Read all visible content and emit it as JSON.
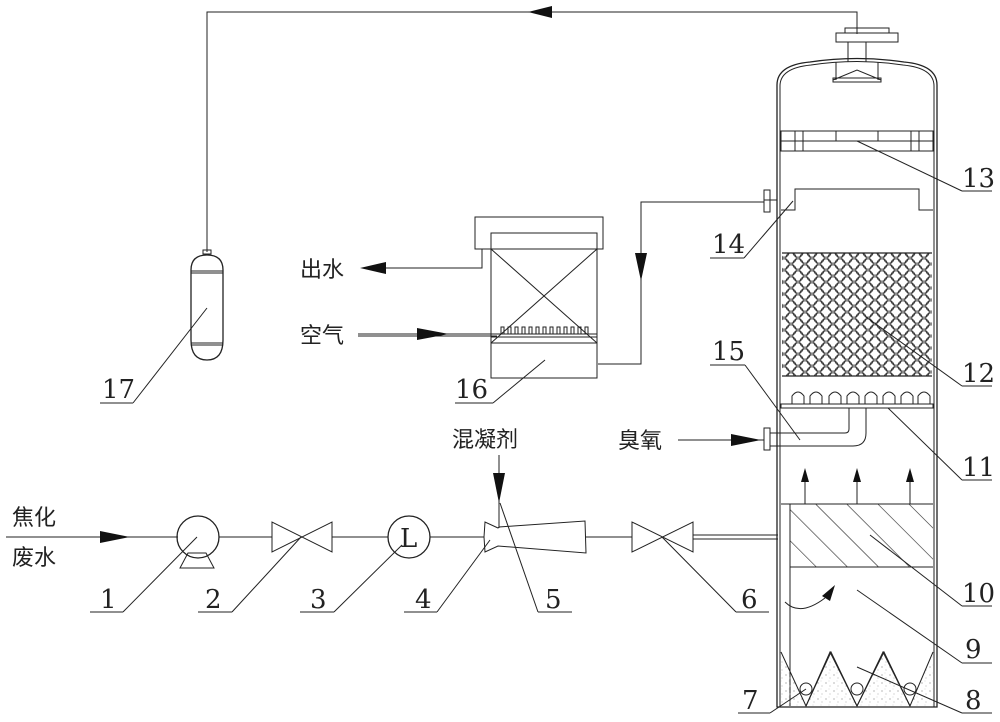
{
  "diagram": {
    "inputs": {
      "wastewater": "焦化\n废水",
      "wastewater_line1": "焦化",
      "wastewater_line2": "废水",
      "coagulant": "混凝剂",
      "ozone": "臭氧",
      "air": "空气"
    },
    "outputs": {
      "effluent": "出水"
    },
    "meter_symbol": "L",
    "components": [
      {
        "id": "1",
        "label": "1",
        "type": "pump"
      },
      {
        "id": "2",
        "label": "2",
        "type": "valve"
      },
      {
        "id": "3",
        "label": "3",
        "type": "flow-meter"
      },
      {
        "id": "4",
        "label": "4",
        "type": "venturi-mixer"
      },
      {
        "id": "5",
        "label": "5",
        "type": "coagulant-inlet"
      },
      {
        "id": "6",
        "label": "6",
        "type": "valve"
      },
      {
        "id": "7",
        "label": "7",
        "type": "distributor-nozzle"
      },
      {
        "id": "8",
        "label": "8",
        "type": "sludge-zone"
      },
      {
        "id": "9",
        "label": "9",
        "type": "reaction-zone"
      },
      {
        "id": "10",
        "label": "10",
        "type": "inclined-plate-settler"
      },
      {
        "id": "11",
        "label": "11",
        "type": "ozone-aerator-plate"
      },
      {
        "id": "12",
        "label": "12",
        "type": "catalyst-packing-layer"
      },
      {
        "id": "13",
        "label": "13",
        "type": "demister-plate"
      },
      {
        "id": "14",
        "label": "14",
        "type": "overflow-weir-outlet"
      },
      {
        "id": "15",
        "label": "15",
        "type": "ozone-pipe"
      },
      {
        "id": "16",
        "label": "16",
        "type": "biological-aerated-filter"
      },
      {
        "id": "17",
        "label": "17",
        "type": "tail-gas-absorber"
      }
    ]
  }
}
